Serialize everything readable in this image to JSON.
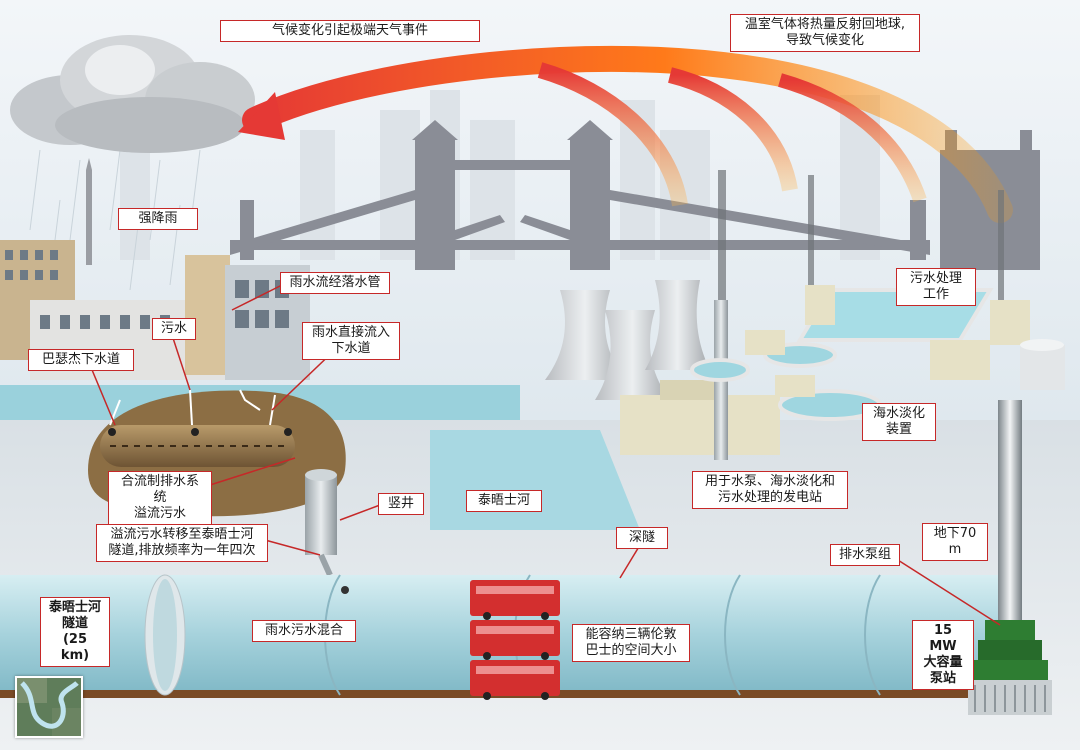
{
  "labels": {
    "climate_event": "气候变化引起极端天气事件",
    "greenhouse": "温室气体将热量反射回地球,\n导致气候变化",
    "heavy_rain": "强降雨",
    "rain_downpipe": "雨水流经落水管",
    "sewage": "污水",
    "rain_direct": "雨水直接流入\n下水道",
    "bazalgette": "巴瑟杰下水道",
    "combined_overflow": "合流制排水系统\n溢流污水",
    "shaft": "竖井",
    "thames": "泰晤士河",
    "overflow_transfer": "溢流污水转移至泰晤士河\n隧道,排放频率为一年四次",
    "deep_tunnel": "深隧",
    "tideway_tunnel": "泰晤士河\n隧道\n(25 km)",
    "mixed_water": "雨水污水混合",
    "bus_capacity": "能容纳三辆伦敦\n巴士的空间大小",
    "power_station": "用于水泵、海水淡化和\n污水处理的发电站",
    "sewage_treatment": "污水处理\n工作",
    "desalination": "海水淡化\n装置",
    "depth": "地下70 m",
    "pump_set": "排水泵组",
    "pump_station": "15 MW\n大容量\n泵站"
  },
  "colors": {
    "label_border": "#c62828",
    "arrow_red": "#e53935",
    "arrow_orange": "#ff9800",
    "tunnel": "#a8d3dc",
    "river": "#9ad1dc",
    "bus": "#d32f2f",
    "pump_green": "#2e7d32",
    "bridge": "#8a8d96"
  },
  "icons": [
    "cloud-icon",
    "tower-bridge-icon",
    "cooling-tower-icon",
    "bus-icon",
    "pump-icon",
    "map-thumbnail-icon"
  ]
}
